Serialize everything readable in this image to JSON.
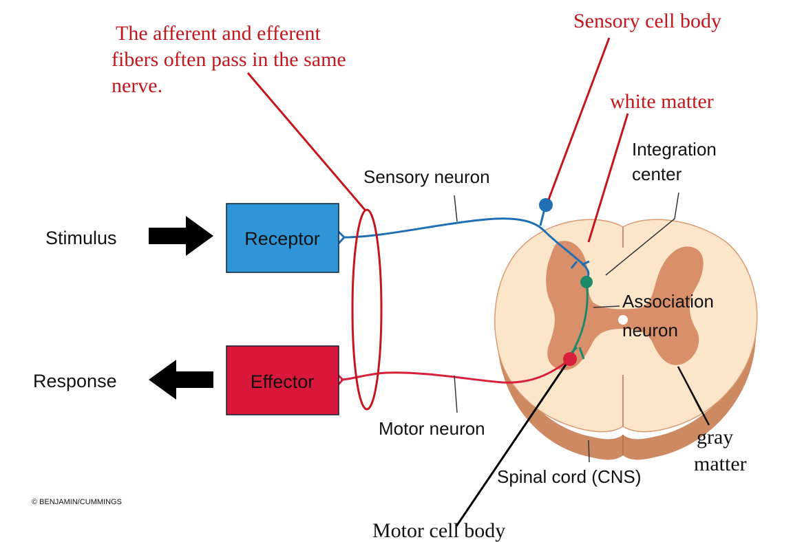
{
  "colors": {
    "sensory": "#1f6fb4",
    "motor": "#d81f3b",
    "association": "#1b8a6b",
    "annotation": "#c4161c",
    "receptor_fill": "#2f95d6",
    "effector_fill": "#d8173a",
    "white_matter": "#fbe5c8",
    "gray_matter": "#d8906a",
    "cord_edge": "#c98860"
  },
  "labels": {
    "stimulus": "Stimulus",
    "response": "Response",
    "receptor": "Receptor",
    "effector": "Effector",
    "sensory_neuron": "Sensory neuron",
    "motor_neuron": "Motor neuron",
    "integration_center_1": "Integration",
    "integration_center_2": "center",
    "association_neuron_1": "Association",
    "association_neuron_2": "neuron",
    "spinal_cord": "Spinal cord (CNS)",
    "copyright": "© BENJAMIN/CUMMINGS"
  },
  "annotations": {
    "afferent_efferent_1": "The afferent and efferent",
    "afferent_efferent_2": "fibers often pass in the same",
    "afferent_efferent_3": "nerve.",
    "sensory_cell_body": "Sensory cell body",
    "white_matter": "white matter",
    "gray_matter_1": "gray",
    "gray_matter_2": "matter",
    "motor_cell_body": "Motor cell body"
  },
  "icons": {
    "stimulus_arrow": "arrow-right-icon",
    "response_arrow": "arrow-left-icon"
  }
}
